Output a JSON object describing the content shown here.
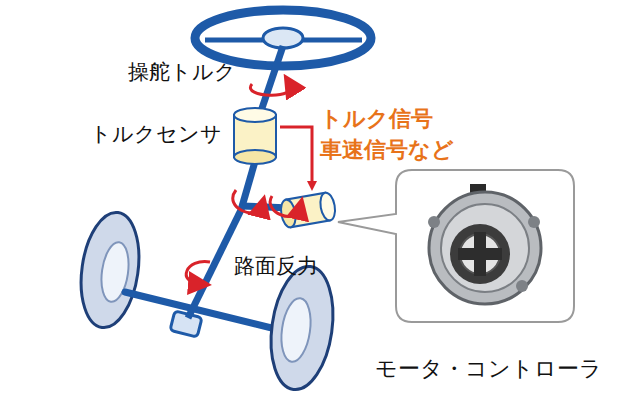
{
  "diagram": {
    "nodes": [
      {
        "text": [
          "トルクセンサ"
        ]
      },
      {
        "text": [
          "モータ・コントローラ"
        ]
      }
    ],
    "labels": [
      "操舵トルク",
      "トルク信号 車速信号など",
      "路面反力"
    ]
  }
}
